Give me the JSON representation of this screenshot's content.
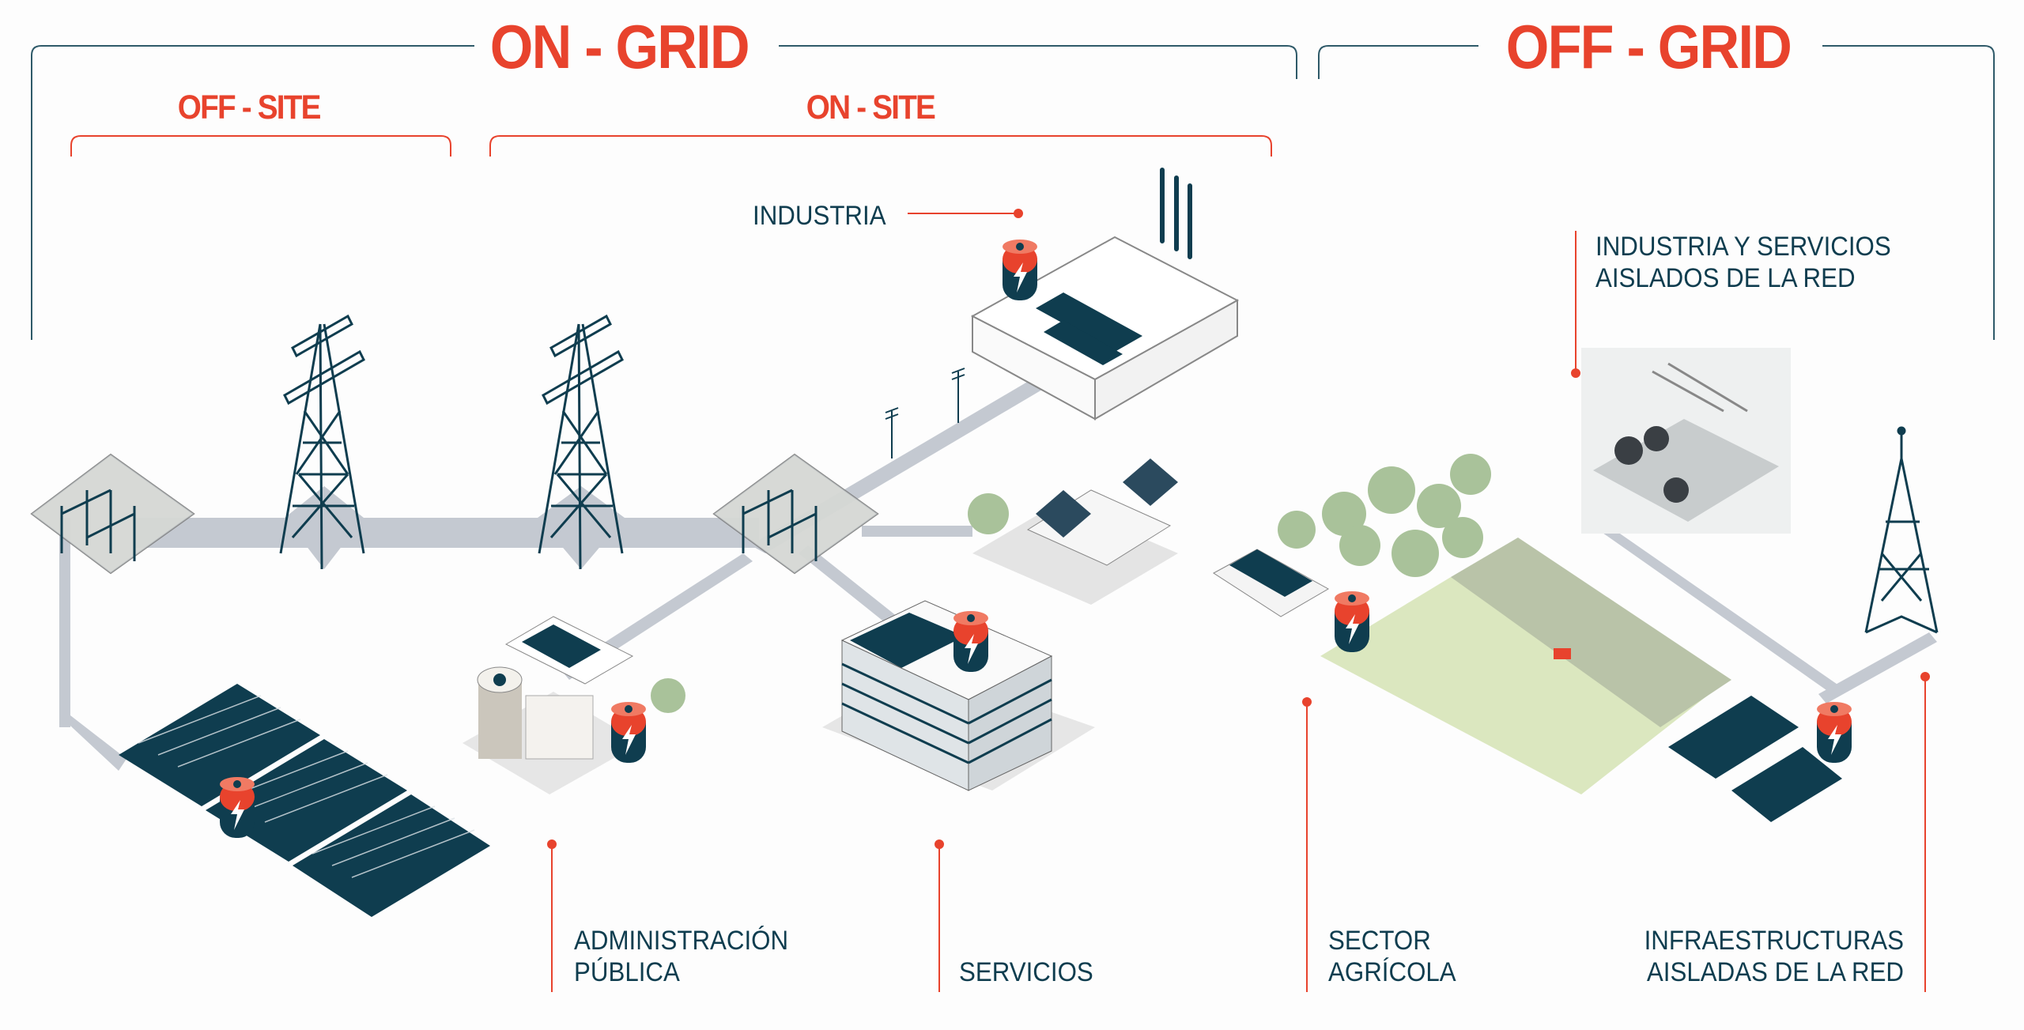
{
  "headers": {
    "on_grid": "ON - GRID",
    "off_grid": "OFF - GRID",
    "off_site": "OFF - SITE",
    "on_site": "ON - SITE"
  },
  "labels": {
    "industria": "INDUSTRIA",
    "industria_aislada_line1": "INDUSTRIA Y SERVICIOS",
    "industria_aislada_line2": "AISLADOS DE LA RED",
    "administracion_line1": "ADMINISTRACIÓN",
    "administracion_line2": "PÚBLICA",
    "servicios": "SERVICIOS",
    "sector_agricola_line1": "SECTOR",
    "sector_agricola_line2": "AGRÍCOLA",
    "infraestructuras_line1": "INFRAESTRUCTURAS",
    "infraestructuras_line2": "AISLADAS DE LA RED"
  },
  "colors": {
    "accent_red": "#e8432d",
    "navy": "#0f3d4f",
    "road_gray": "#c4c9d1",
    "field_light": "#dbe7bf",
    "field_dark": "#b9c3a8"
  }
}
